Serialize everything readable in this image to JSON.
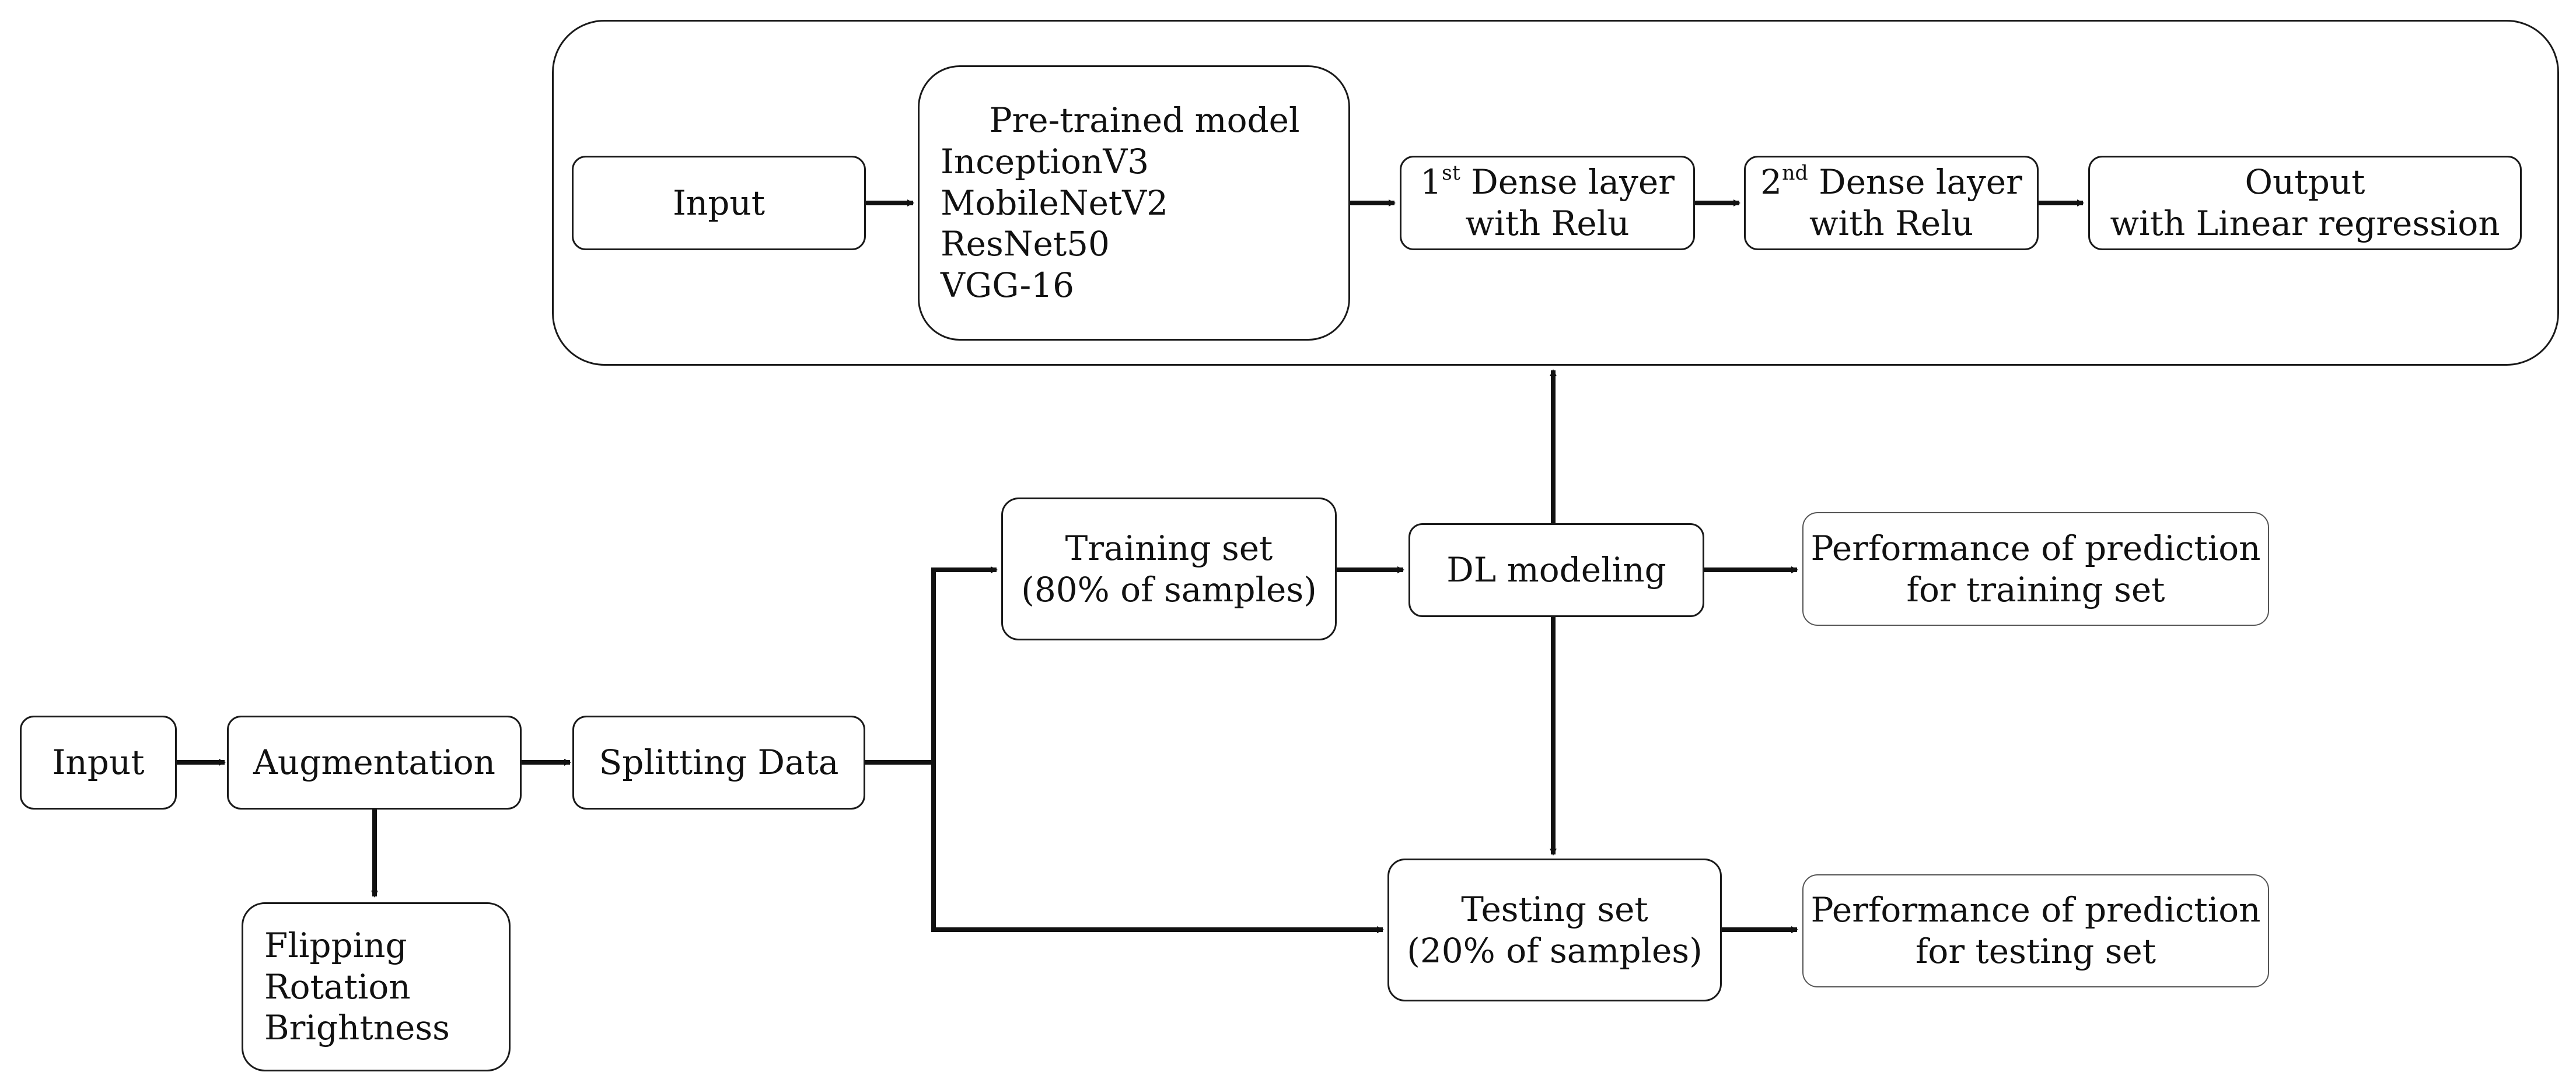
{
  "bottom_flow": {
    "input": "Input",
    "augmentation": "Augmentation",
    "augmentation_methods": [
      "Flipping",
      "Rotation",
      "Brightness"
    ],
    "splitting": "Splitting Data",
    "training_set": [
      "Training set",
      "(80% of samples)"
    ],
    "testing_set": [
      "Testing set",
      "(20% of samples)"
    ],
    "dl_modeling": "DL modeling",
    "perf_training": [
      "Performance of prediction",
      "for training set"
    ],
    "perf_testing": [
      "Performance of prediction",
      "for testing set"
    ]
  },
  "model_detail": {
    "input": "Input",
    "pretrained_title": "Pre-trained model",
    "pretrained_models": [
      "InceptionV3",
      "MobileNetV2",
      "ResNet50",
      "VGG-16"
    ],
    "dense1": {
      "num": "1",
      "sup": "st",
      "rest": " Dense layer",
      "line2": "with Relu"
    },
    "dense2": {
      "num": "2",
      "sup": "nd",
      "rest": " Dense layer",
      "line2": "with Relu"
    },
    "output": [
      "Output",
      "with Linear regression"
    ]
  }
}
